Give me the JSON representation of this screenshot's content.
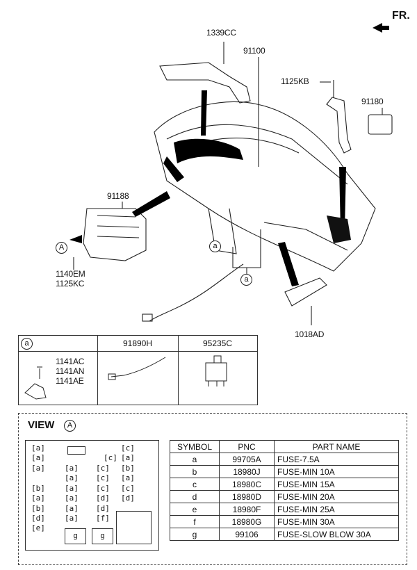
{
  "orientation": "FR.",
  "callouts": {
    "p1339CC": "1339CC",
    "p91100": "91100",
    "p1125KB": "1125KB",
    "p91180": "91180",
    "p91188": "91188",
    "p1140EM": "1140EM",
    "p1125KC": "1125KC",
    "p1018AD": "1018AD",
    "marker_a": "a",
    "marker_A": "A"
  },
  "detail_table": {
    "marker": "a",
    "headers": [
      "91890H",
      "95235C"
    ],
    "bolts": [
      "1141AC",
      "1141AN",
      "1141AE"
    ]
  },
  "view": {
    "title": "VIEW",
    "marker": "A",
    "fuse_slots": [
      "a",
      "c",
      "a",
      "c",
      "a",
      "a",
      "a",
      "c",
      "b",
      "a",
      "c",
      "a",
      "b",
      "a",
      "c",
      "c",
      "a",
      "a",
      "d",
      "d",
      "b",
      "a",
      "d",
      "d",
      "a",
      "f",
      "e",
      "c"
    ],
    "relay_labels": [
      "g",
      "g"
    ],
    "table": {
      "headers": [
        "SYMBOL",
        "PNC",
        "PART NAME"
      ],
      "rows": [
        [
          "a",
          "99705A",
          "FUSE-7.5A"
        ],
        [
          "b",
          "18980J",
          "FUSE-MIN 10A"
        ],
        [
          "c",
          "18980C",
          "FUSE-MIN 15A"
        ],
        [
          "d",
          "18980D",
          "FUSE-MIN 20A"
        ],
        [
          "e",
          "18980F",
          "FUSE-MIN 25A"
        ],
        [
          "f",
          "18980G",
          "FUSE-MIN 30A"
        ],
        [
          "g",
          "99106",
          "FUSE-SLOW BLOW 30A"
        ]
      ]
    }
  }
}
